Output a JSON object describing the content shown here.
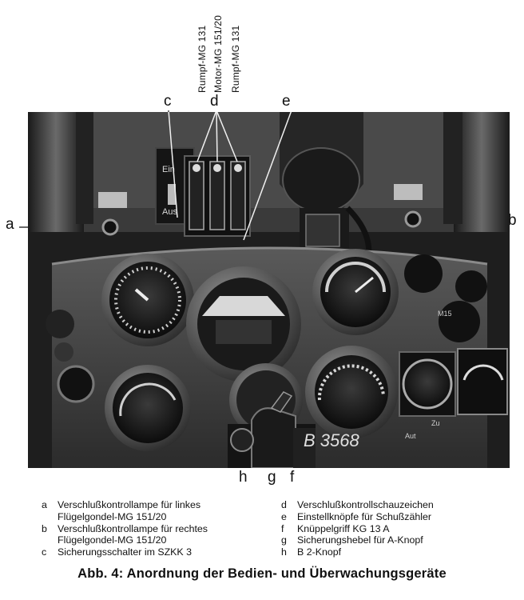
{
  "gun_labels": {
    "rumpf_left": "Rumpf-MG 131",
    "motor": "Motor-MG 151/20",
    "rumpf_right": "Rumpf-MG 131"
  },
  "callouts": {
    "a": "a",
    "b": "b",
    "c": "c",
    "d": "d",
    "e": "e",
    "f": "f",
    "g": "g",
    "h": "h"
  },
  "panel_text": {
    "ein": "Ein",
    "aus": "Aus",
    "serial": "B 3568",
    "m15": "M15",
    "aut": "Aut",
    "zu": "Zu"
  },
  "legend": {
    "left": [
      {
        "key": "a",
        "line1": "Verschlußkontrollampe für linkes",
        "line2": "Flügelgondel-MG 151/20"
      },
      {
        "key": "b",
        "line1": "Verschlußkontrollampe für rechtes",
        "line2": "Flügelgondel-MG 151/20"
      },
      {
        "key": "c",
        "line1": "Sicherungsschalter im SZKK 3",
        "line2": ""
      }
    ],
    "right": [
      {
        "key": "d",
        "line1": "Verschlußkontrollschauzeichen"
      },
      {
        "key": "e",
        "line1": "Einstellknöpfe für Schußzähler"
      },
      {
        "key": "f",
        "line1": "Knüppelgriff KG 13 A"
      },
      {
        "key": "g",
        "line1": "Sicherungshebel für A-Knopf"
      },
      {
        "key": "h",
        "line1": "B 2-Knopf"
      }
    ]
  },
  "caption": "Abb. 4: Anordnung der Bedien- und Überwachungsgeräte"
}
